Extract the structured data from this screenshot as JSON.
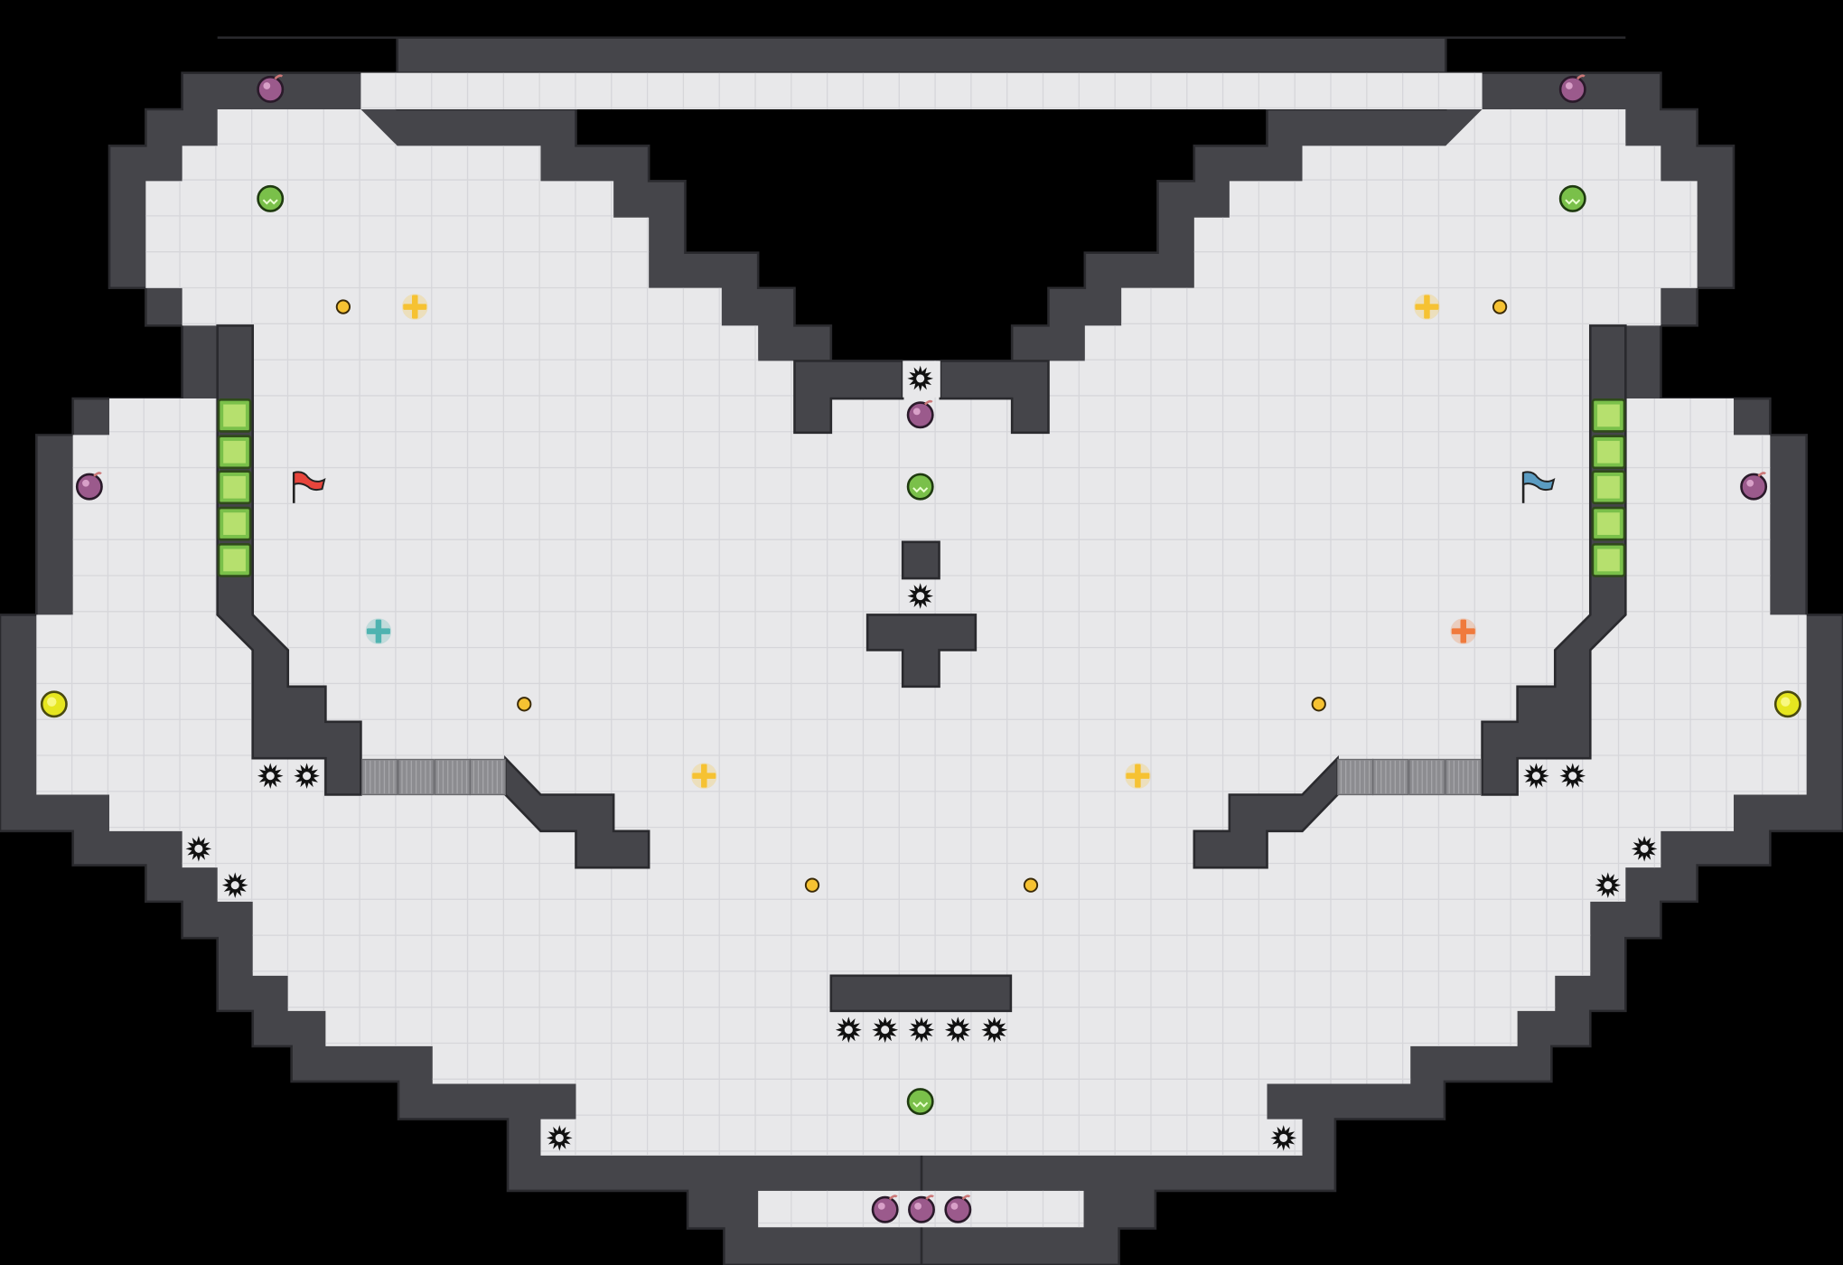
{
  "map": {
    "name": "",
    "colors": {
      "void": "#000000",
      "wall": "#45454a",
      "wall_edge": "#2a2a2e",
      "floor": "#e8e8ea",
      "grid": "#d6d6da",
      "red_team": "#e8453c",
      "blue_team": "#5b9cc2",
      "speed_pad": "#f6c232",
      "powerup_teal": "#4fb3b0",
      "powerup_orange": "#f07a3c",
      "gate_green": "#8fd14a",
      "bomb": "#9b5a8c",
      "spike": "#111111",
      "boost_green": "#7ac04a",
      "button": "#e6e620"
    },
    "flags": [
      {
        "team": "red",
        "icon": "red-flag-icon",
        "col": 8,
        "row": 13
      },
      {
        "team": "blue",
        "icon": "blue-flag-icon",
        "col": 42,
        "row": 13
      }
    ]
  }
}
